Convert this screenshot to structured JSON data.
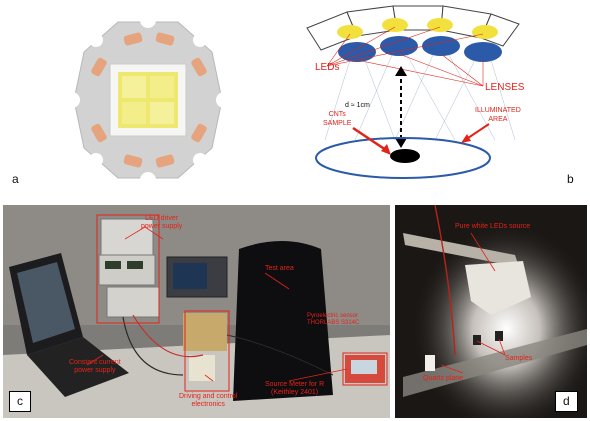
{
  "panel_a": {
    "label": "a"
  },
  "panel_b": {
    "label": "b",
    "leds": "LEDs",
    "lenses": "LENSES",
    "distance": "d ≈ 1cm",
    "cnts_line1": "CNTs",
    "cnts_line2": "SAMPLE",
    "illum_line1": "ILLUMINATED",
    "illum_line2": "AREA"
  },
  "panel_c": {
    "label": "c",
    "led_driver_line1": "LED driver",
    "led_driver_line2": "power supply",
    "test_area": "Test area",
    "pyro_line1": "Pyroelectric sensor",
    "pyro_line2": "THORLABS S314C",
    "const_current_line1": "Constant current",
    "const_current_line2": "power supply",
    "driving_line1": "Driving and control",
    "driving_line2": "electronics",
    "source_meter_line1": "Source Meter for R",
    "source_meter_line2": "(Keithley 2401)"
  },
  "panel_d": {
    "label": "d",
    "pure_white": "Pure white LEDs source",
    "samples": "Samples",
    "quartz": "Quartz plane"
  },
  "colors": {
    "annotation_red": "#e2231a",
    "lens_blue": "#2a5aa8",
    "led_yellow": "#f2e13c"
  }
}
